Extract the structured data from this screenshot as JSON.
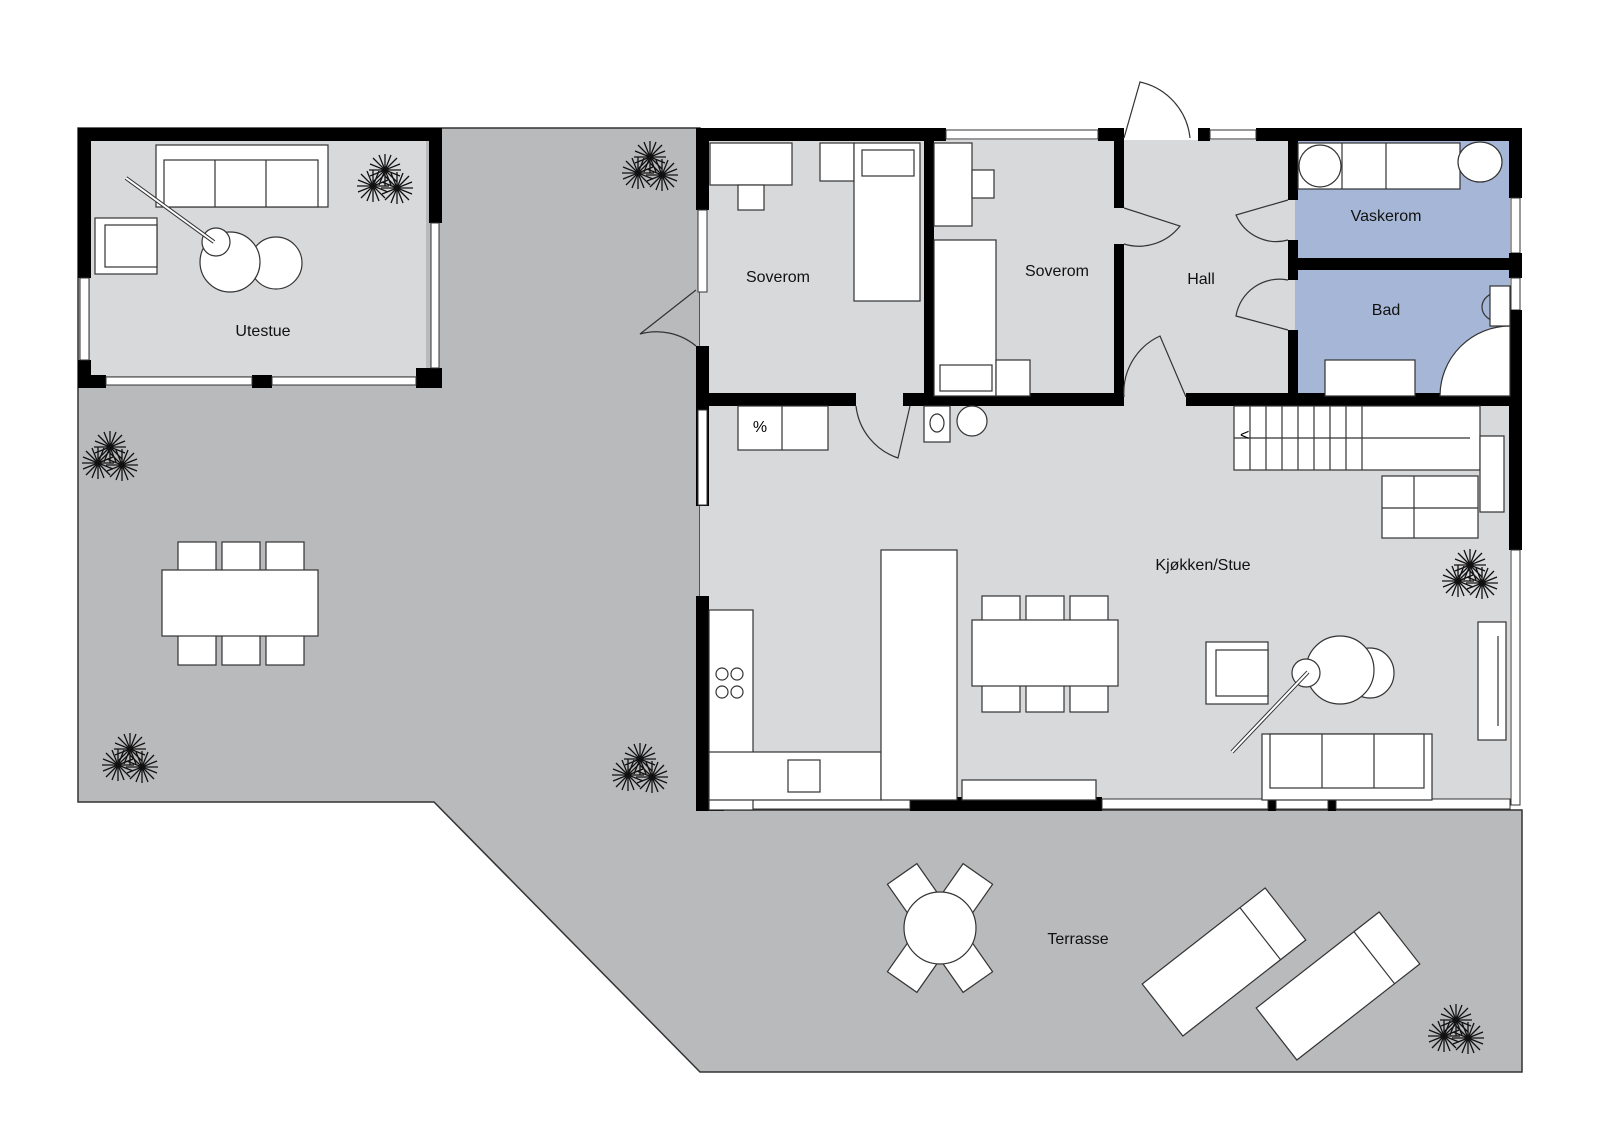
{
  "floorplan": {
    "colors": {
      "outdoor": "#b9babc",
      "indoor": "#d8d9db",
      "wet_room": "#a6b6d6",
      "wall": "#000000",
      "furniture": "#ffffff"
    },
    "rooms": [
      {
        "id": "utestue",
        "label": "Utestue",
        "type": "indoor"
      },
      {
        "id": "soverom-1",
        "label": "Soverom",
        "type": "indoor"
      },
      {
        "id": "soverom-2",
        "label": "Soverom",
        "type": "indoor"
      },
      {
        "id": "hall",
        "label": "Hall",
        "type": "indoor"
      },
      {
        "id": "vaskerom",
        "label": "Vaskerom",
        "type": "wet_room"
      },
      {
        "id": "bad",
        "label": "Bad",
        "type": "wet_room"
      },
      {
        "id": "kjokken-stue",
        "label": "Kjøkken/Stue",
        "type": "indoor"
      },
      {
        "id": "terrasse",
        "label": "Terrasse",
        "type": "outdoor"
      }
    ],
    "symbols": {
      "washer_mark": "%",
      "stair_arrow": "<"
    }
  }
}
